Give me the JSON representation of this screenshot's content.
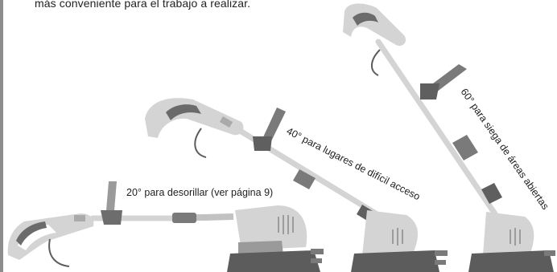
{
  "intro_text": "más conveniente para el trabajo a realizar.",
  "labels": {
    "angle_20": "20° para desorillar (ver página 9)",
    "angle_40": "40° para lugares de difícil acceso",
    "angle_60": "60° para siega de áreas abiertas"
  },
  "colors": {
    "body_light": "#d4d4d4",
    "body_mid": "#9a9a9a",
    "body_dark": "#5c5c5c",
    "side_bar": "#8d8d8d"
  }
}
